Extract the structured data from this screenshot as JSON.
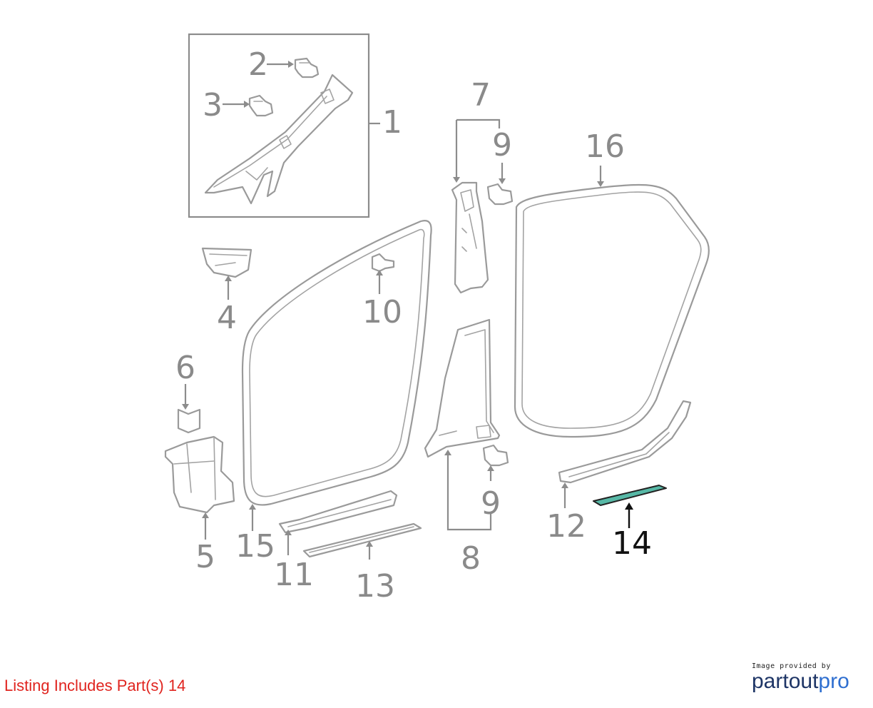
{
  "diagram": {
    "callouts": [
      {
        "id": "1",
        "label": "1"
      },
      {
        "id": "2",
        "label": "2"
      },
      {
        "id": "3",
        "label": "3"
      },
      {
        "id": "4",
        "label": "4"
      },
      {
        "id": "5",
        "label": "5"
      },
      {
        "id": "6",
        "label": "6"
      },
      {
        "id": "7",
        "label": "7"
      },
      {
        "id": "8",
        "label": "8"
      },
      {
        "id": "9a",
        "label": "9"
      },
      {
        "id": "9b",
        "label": "9"
      },
      {
        "id": "10",
        "label": "10"
      },
      {
        "id": "11",
        "label": "11"
      },
      {
        "id": "12",
        "label": "12"
      },
      {
        "id": "13",
        "label": "13"
      },
      {
        "id": "14",
        "label": "14"
      },
      {
        "id": "15",
        "label": "15"
      },
      {
        "id": "16",
        "label": "16"
      }
    ],
    "highlighted_part": "14",
    "colors": {
      "highlight_fill": "#57b8a6",
      "line_gray": "#9a9a9a",
      "listing_red": "#e0241f"
    }
  },
  "footer": {
    "listing_text": "Listing Includes Part(s) 14",
    "brand_caption": "Image provided by",
    "brand_part1": "partout",
    "brand_part2": "pro"
  }
}
